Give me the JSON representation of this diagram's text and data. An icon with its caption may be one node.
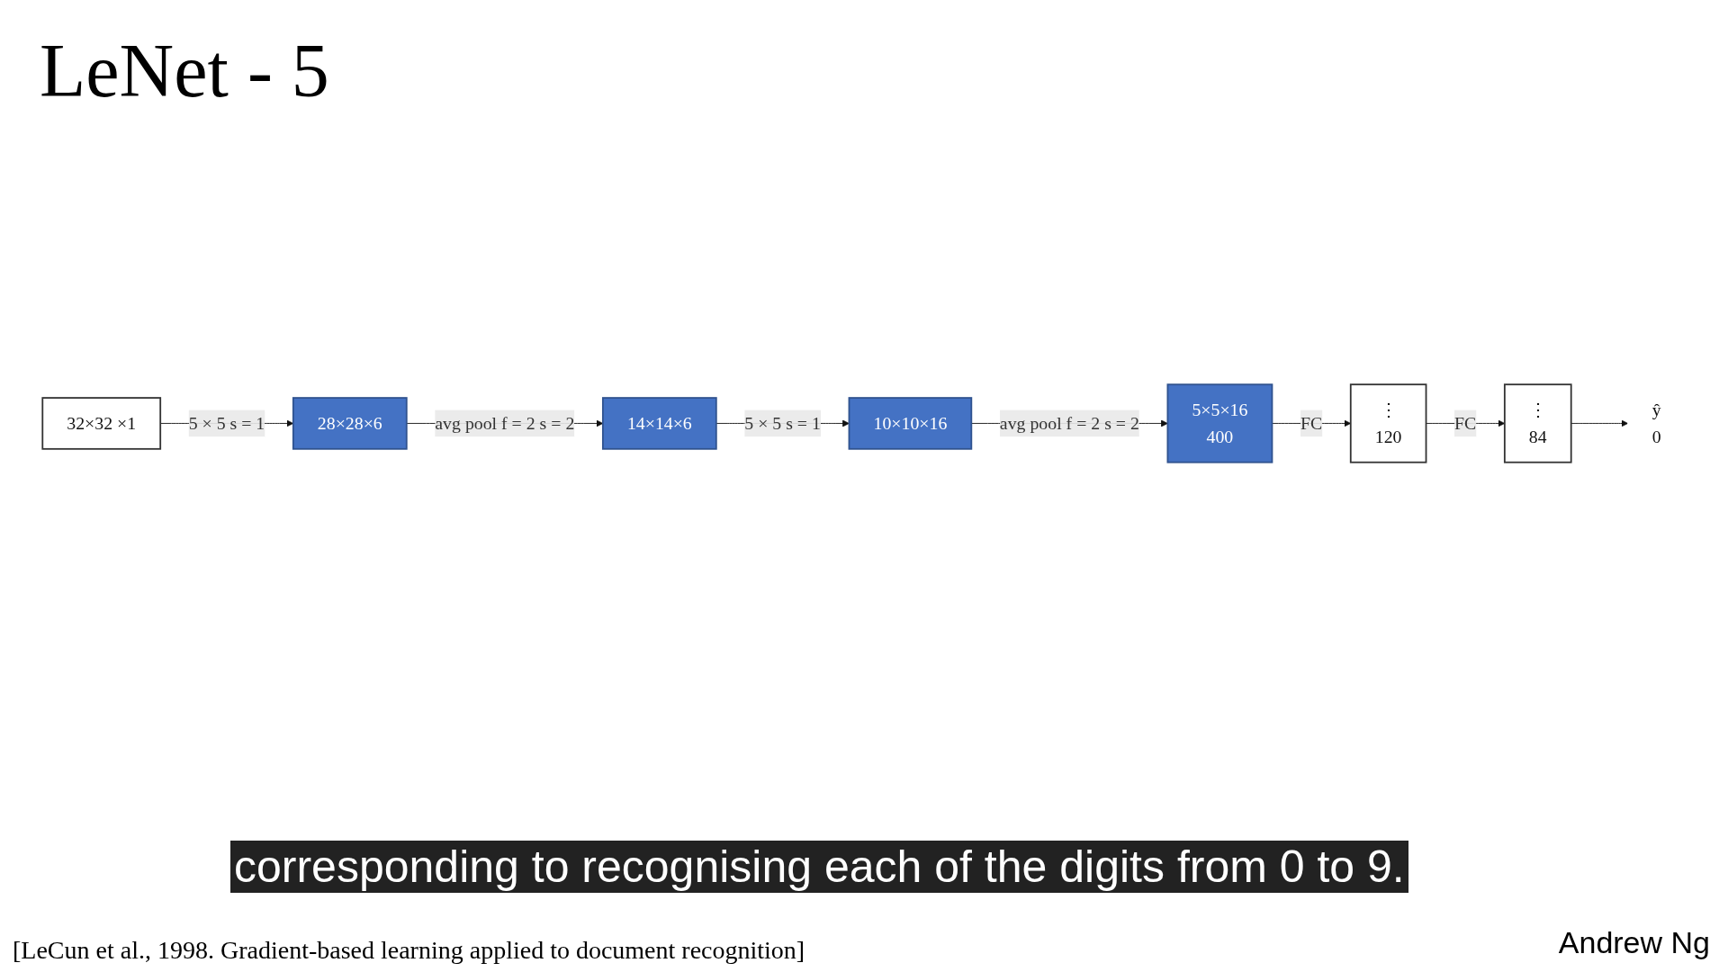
{
  "diagram": {
    "title": "LeNet - 5",
    "caption": "corresponding to recognising each of the digits from 0 to 9.",
    "nodes": [
      {
        "text": [
          "32×32 ×1"
        ]
      },
      {
        "text": [
          "28×28×6"
        ]
      },
      {
        "text": [
          "14×14×6"
        ]
      },
      {
        "text": [
          "10×10×16"
        ]
      },
      {
        "text": [
          "5×5×16",
          "400"
        ]
      },
      {
        "text": [
          "⋮",
          "120"
        ]
      },
      {
        "text": [
          "⋮",
          "84"
        ]
      },
      {
        "text": [
          "ŷ",
          "0"
        ]
      }
    ],
    "edges": [
      {
        "from": 0,
        "to": 1,
        "arrow": "to",
        "label": "5 × 5 s = 1"
      },
      {
        "from": 1,
        "to": 2,
        "arrow": "to",
        "label": "avg pool f = 2 s = 2"
      },
      {
        "from": 2,
        "to": 3,
        "arrow": "to",
        "label": "5 × 5 s = 1"
      },
      {
        "from": 3,
        "to": 4,
        "arrow": "to",
        "label": "avg pool f = 2 s = 2"
      },
      {
        "from": 4,
        "to": 5,
        "arrow": "to",
        "label": "FC"
      },
      {
        "from": 5,
        "to": 6,
        "arrow": "to",
        "label": "FC"
      },
      {
        "from": 6,
        "to": 7,
        "arrow": "to"
      }
    ],
    "labels": [
      "[LeCun et al., 1998. Gradient-based learning applied to document recognition]",
      "Andrew Ng"
    ]
  }
}
